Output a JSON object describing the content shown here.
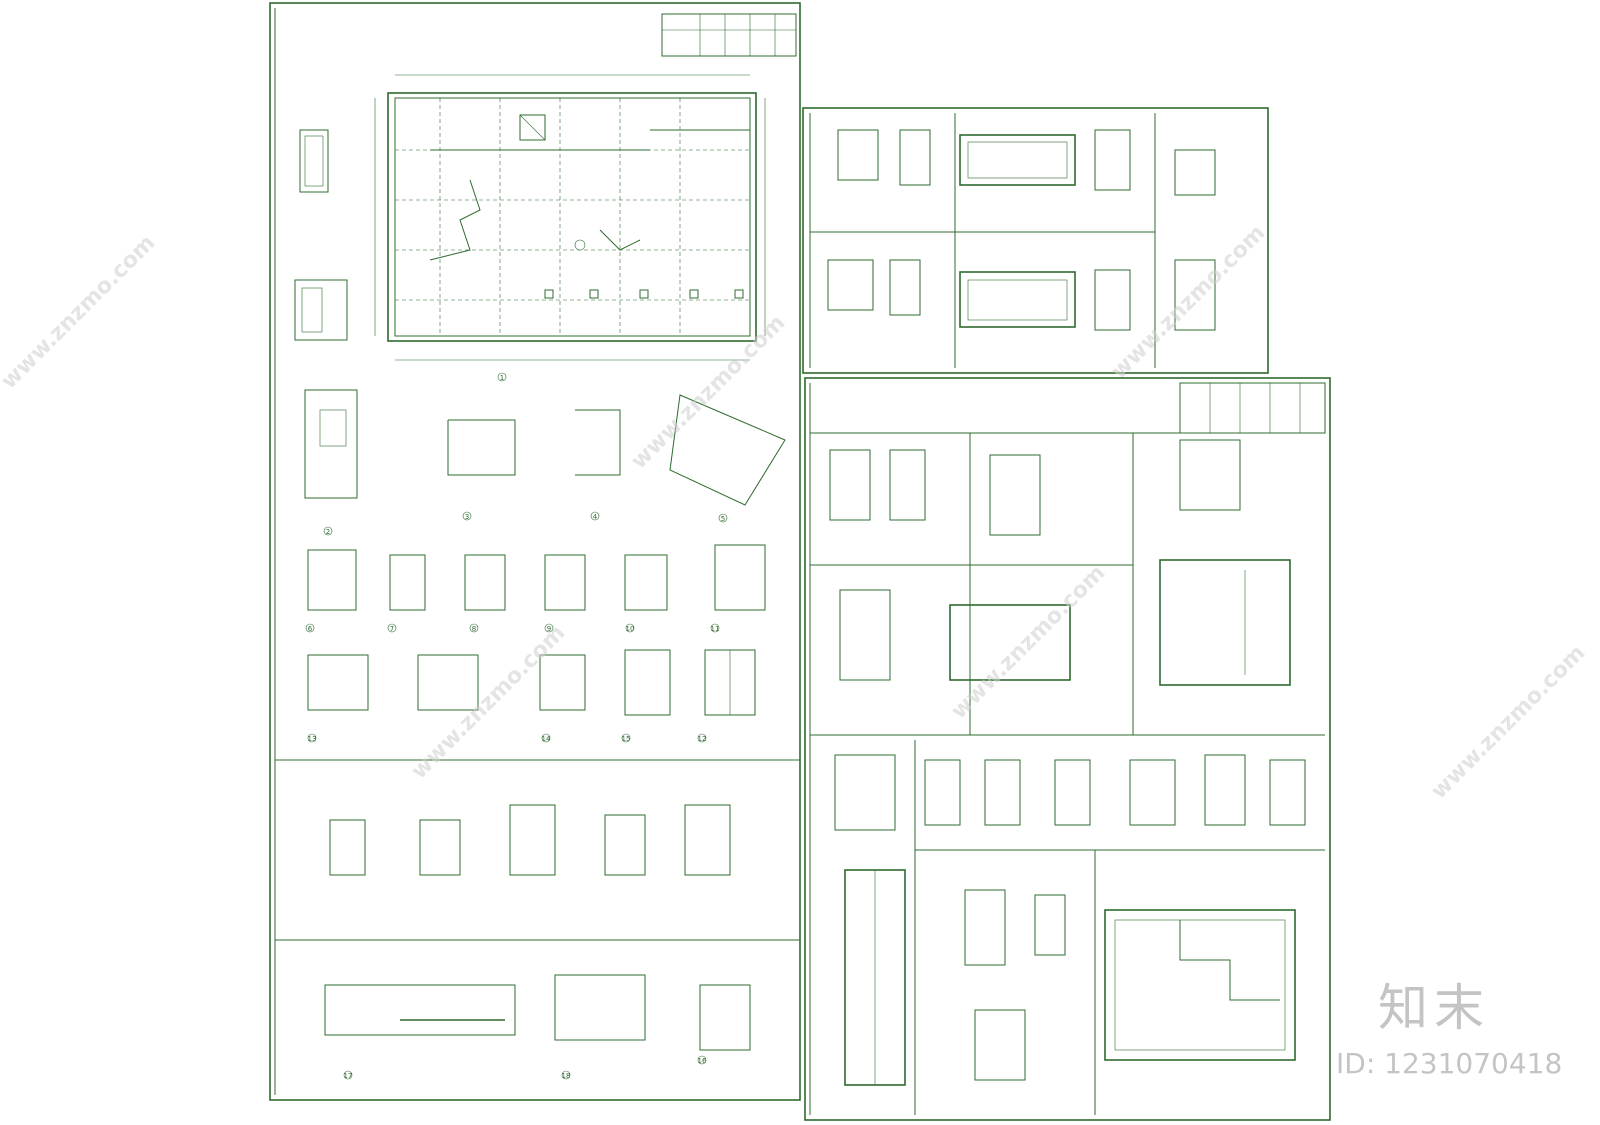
{
  "branding": {
    "logo_text": "知末",
    "id_label": "ID: 1231070418",
    "watermark_text": "www.znzmo.com"
  },
  "colors": {
    "line": "#2f6b2f",
    "background": "#ffffff",
    "watermark": "#c4c4c4"
  },
  "detail_numbers": [
    "1",
    "2",
    "3",
    "4",
    "5",
    "6",
    "7",
    "8",
    "9",
    "10",
    "11",
    "12",
    "13",
    "14",
    "15",
    "16",
    "17",
    "18"
  ]
}
